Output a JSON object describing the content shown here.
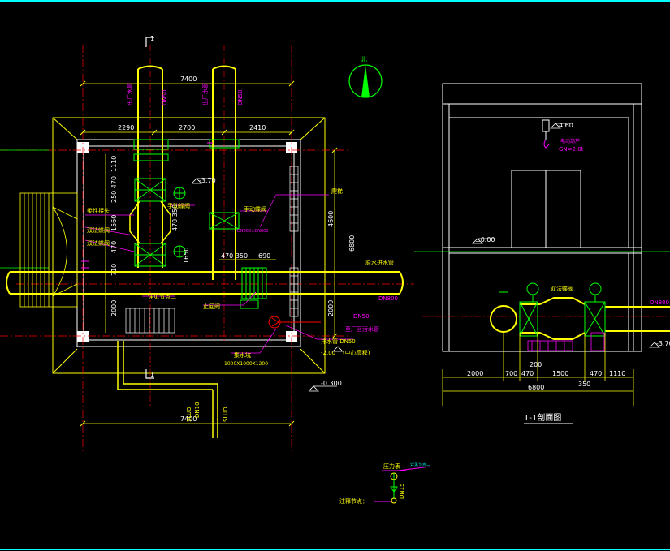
{
  "colors": {
    "background": "#000000",
    "pipe": "#ffff00",
    "wall": "#ffffff",
    "annotation": "#ff00ff",
    "dimension": "#ffffff",
    "gridline": "#ff0000",
    "equipment": "#00ff00",
    "leader": "#00ffff",
    "border": "#00ffff"
  },
  "plan": {
    "section_marker_top": "1",
    "section_marker_bottom": "1",
    "north_label": "北",
    "dims": {
      "top_overall": "7400",
      "top_a": "2290",
      "top_b": "2700",
      "top_c": "2410",
      "bottom_overall": "7400",
      "left_a": "1110",
      "left_b": "250 470",
      "left_c": "1560",
      "left_d": "470",
      "left_e": "710",
      "left_f": "2000",
      "right_a": "4600",
      "right_b": "6800",
      "right_c": "2000",
      "inner_a": "470 350",
      "inner_b": "690",
      "inner_c": "470 350",
      "inner_d": "1650"
    },
    "pipes": {
      "dn_a": "DN50",
      "dn_b": "DN50",
      "dn_main": "DN800",
      "dn_drain": "DN50"
    },
    "labels": {
      "valve_1": "手动蝶阀",
      "valve_2": "手动蝶阀",
      "elev_1": "-3.70",
      "pipe_desc": "DN800×DN800",
      "left_1": "柔性接头",
      "left_2": "双法蝶阀",
      "left_3": "双法蝶阀",
      "ladder": "爬梯",
      "main_in": "原水进水管",
      "check": "止回阀",
      "note": "详见节点二",
      "drain_pit": "集水坑",
      "drain_pit_size": "1000X1000X1200",
      "pump_pipe": "排水管 DN50",
      "elev_2": "-2.00",
      "elev_2_note": "(中心高程)",
      "elev_3": "-0.300",
      "outlet_1": "至厂区污水管",
      "vertical_1": "DN10",
      "vertical_2": "SLUO",
      "vertical_3": "SLUO",
      "tag_a": "出厂水管",
      "tag_b": "出厂水管"
    }
  },
  "section": {
    "title": "1-1剖面图",
    "elev_top": "4.60",
    "elev_ground": "±0.00",
    "elev_right": "-3.70",
    "note_top": "电动葫芦",
    "note_top2": "GN=2.0t",
    "valve_label": "双法蝶阀",
    "dn_right": "DN800",
    "dims": {
      "a": "2000",
      "b": "700",
      "c": "470",
      "d": "1500",
      "e": "470",
      "f": "1110",
      "overall": "6800",
      "g": "200",
      "h": "350"
    }
  },
  "detail": {
    "label_1": "压力表",
    "label_2": "详见节点二",
    "label_3": "DN15",
    "note": "注释节点："
  }
}
